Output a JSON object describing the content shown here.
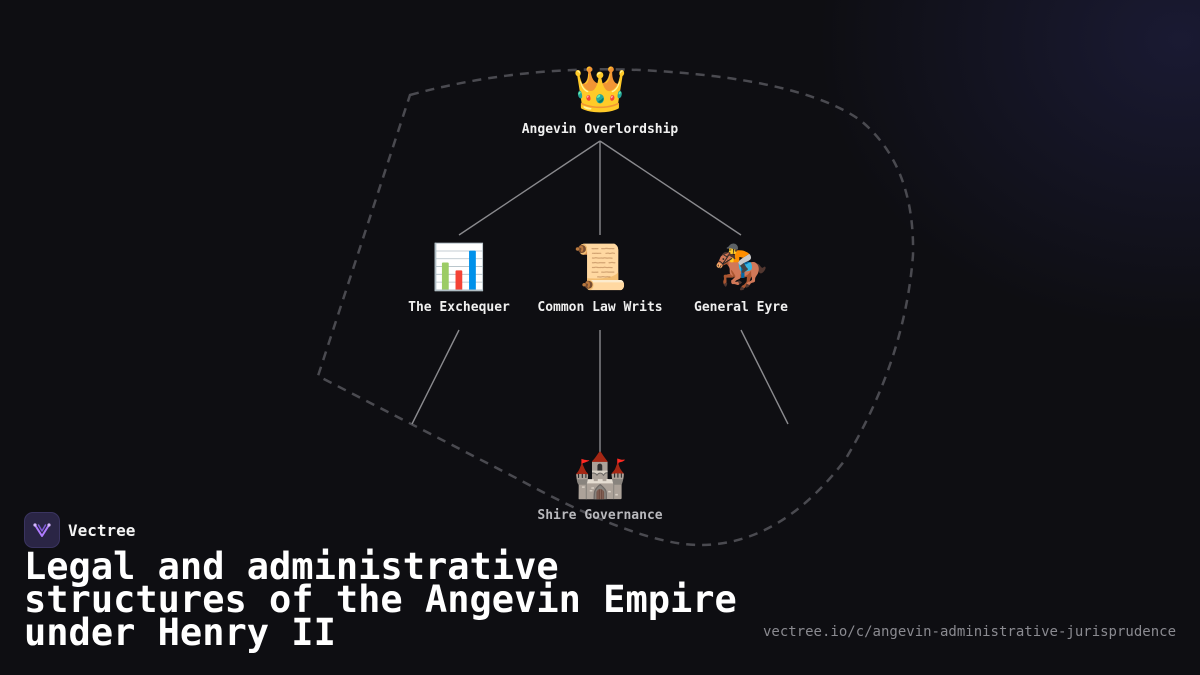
{
  "diagram": {
    "root": {
      "emoji": "👑",
      "icon": "crown",
      "label": "Angevin Overlordship"
    },
    "children": [
      {
        "emoji": "📊",
        "icon": "bar-chart",
        "label": "The Exchequer"
      },
      {
        "emoji": "📜",
        "icon": "scroll",
        "label": "Common Law Writs"
      },
      {
        "emoji": "🏇",
        "icon": "horse-racing",
        "label": "General Eyre"
      }
    ],
    "leaf": {
      "emoji": "🏰",
      "icon": "castle",
      "label": "Shire Governance"
    }
  },
  "brand": {
    "name": "Vectree"
  },
  "title": "Legal and administrative structures of the Angevin Empire under Henry II",
  "url": "vectree.io/c/angevin-administrative-jurisprudence",
  "colors": {
    "background": "#0e0e12",
    "edge": "#8a8a8e",
    "boundary": "#4a4a50",
    "brand_bg": "#2a2545",
    "brand_accent": "#b07cff"
  }
}
